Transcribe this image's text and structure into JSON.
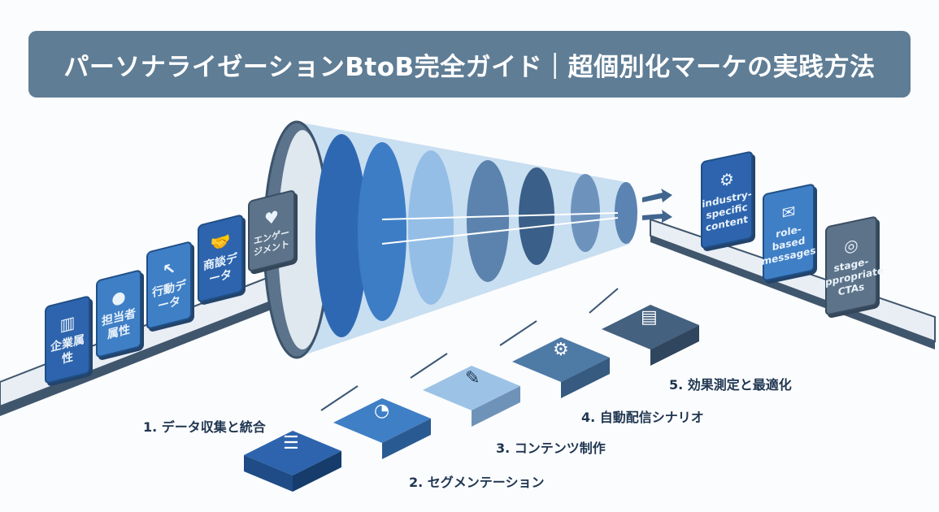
{
  "title": "パーソナライゼーションBtoB完全ガイド｜超個別化マーケの実践方法",
  "input_cards": [
    {
      "label": "企業属性",
      "icon": "building-icon"
    },
    {
      "label": "担当者属性",
      "icon": "person-icon"
    },
    {
      "label": "行動データ",
      "icon": "cursor-icon"
    },
    {
      "label": "商談データ",
      "icon": "handshake-icon"
    },
    {
      "label": "エンゲージメント",
      "icon": "heart-icon"
    }
  ],
  "output_cards": [
    {
      "label": "industry-specific content",
      "icon": "gears-icon"
    },
    {
      "label": "role-based messages",
      "icon": "envelope-icon"
    },
    {
      "label": "stage-appropriate CTAs",
      "icon": "target-icon"
    }
  ],
  "steps": [
    {
      "label": "1. データ収集と統合",
      "icon": "database-icon"
    },
    {
      "label": "2. セグメンテーション",
      "icon": "pie-chart-icon"
    },
    {
      "label": "3. コンテンツ制作",
      "icon": "document-icon"
    },
    {
      "label": "4. 自動配信シナリオ",
      "icon": "robot-arm-icon"
    },
    {
      "label": "5. 効果測定と最適化",
      "icon": "dashboard-icon"
    }
  ],
  "colors": {
    "title_bg": "#5f7d95",
    "blue": "#3f7fc6",
    "dark_blue": "#2d64ad",
    "grey": "#5d7389"
  }
}
